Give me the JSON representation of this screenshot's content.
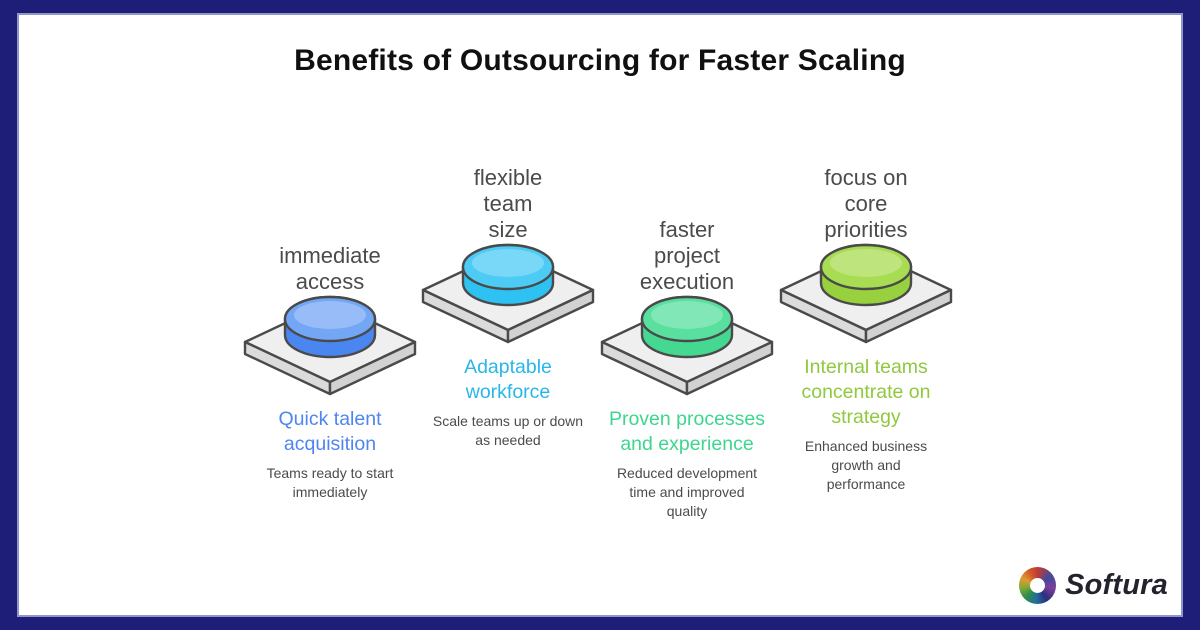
{
  "header": {
    "title": "Benefits of Outsourcing for Faster Scaling"
  },
  "benefits": [
    {
      "label": "immediate\naccess",
      "heading": "Quick talent\nacquisition",
      "heading_color": "#4e86f1",
      "description": "Teams ready to start\nimmediately",
      "button_top": "#74a6f6",
      "button_side": "#4a86ef"
    },
    {
      "label": "flexible\nteam\nsize",
      "heading": "Adaptable\nworkforce",
      "heading_color": "#29b6e8",
      "description": "Scale teams up or down\nas needed",
      "button_top": "#4ccbf4",
      "button_side": "#2ec2f2"
    },
    {
      "label": "faster\nproject\nexecution",
      "heading": "Proven processes\nand experience",
      "heading_color": "#3ed68e",
      "description": "Reduced development\ntime and improved\nquality",
      "button_top": "#59df9e",
      "button_side": "#45d890"
    },
    {
      "label": "focus on\ncore\npriorities",
      "heading": "Internal teams\nconcentrate on\nstrategy",
      "heading_color": "#8fc93d",
      "description": "Enhanced business\ngrowth and\nperformance",
      "button_top": "#a8dc52",
      "button_side": "#97d23e"
    }
  ],
  "logo": {
    "text": "Softura"
  },
  "colors": {
    "frame_border": "#1e1e78",
    "frame_inner_line": "#9096c9",
    "background": "#ffffff",
    "title_text": "#101010",
    "body_text": "#4b4b4b",
    "platform_top": "#efefef",
    "platform_sides": "#d2d2d2",
    "outline": "#4a4a4a"
  }
}
